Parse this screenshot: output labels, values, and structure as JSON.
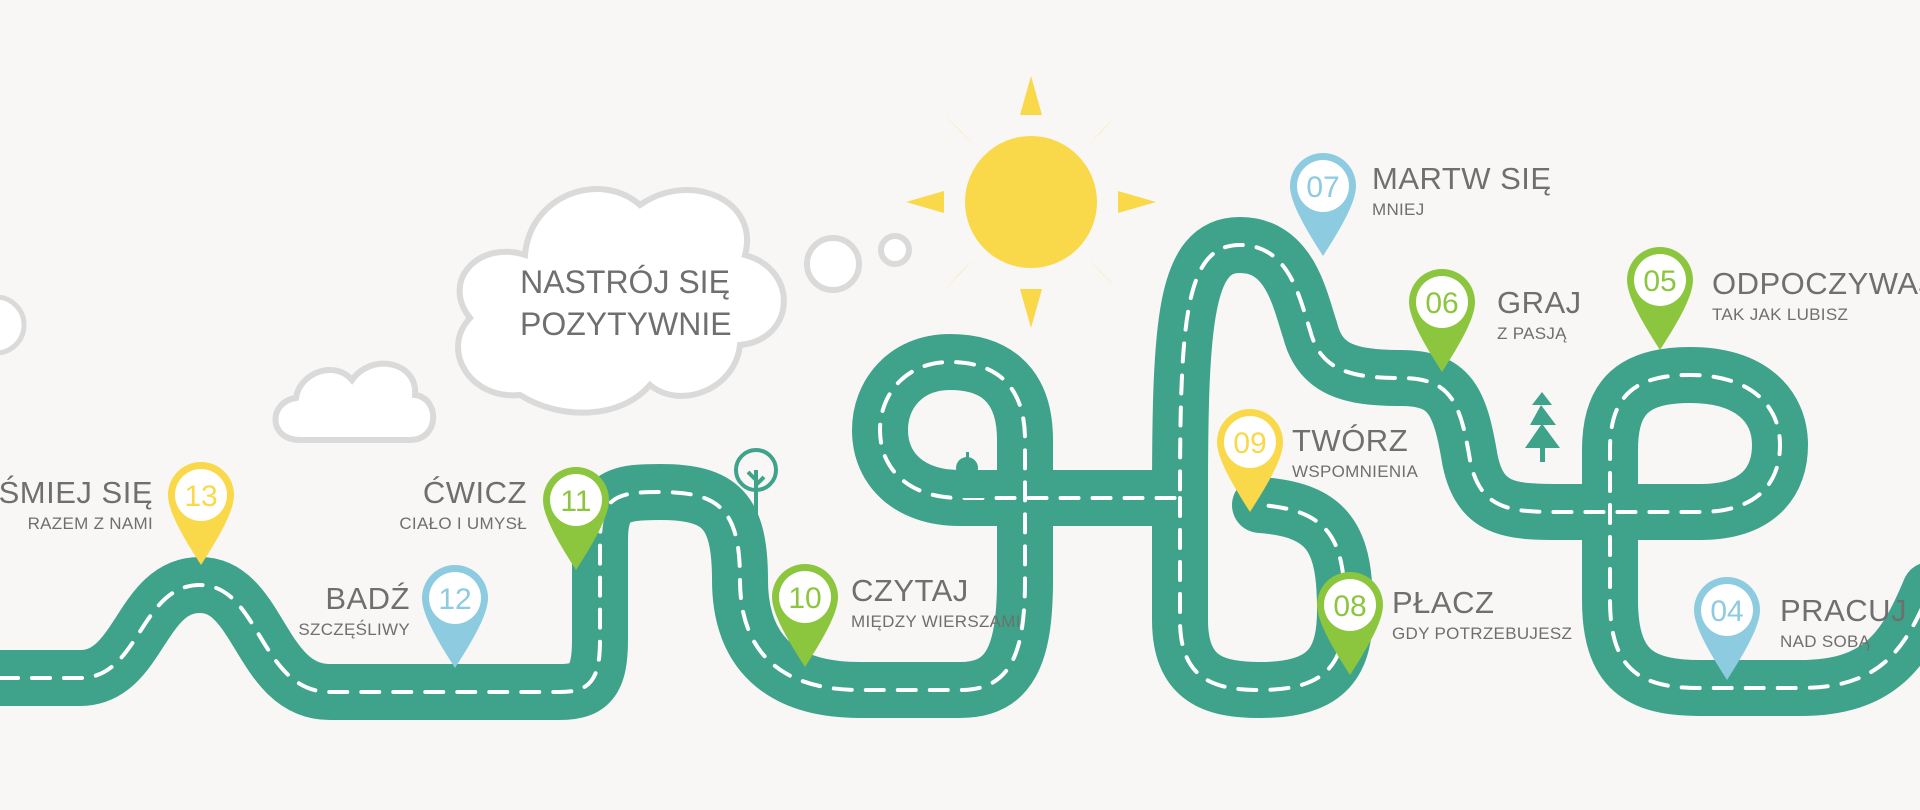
{
  "colors": {
    "road": "#3ea38a",
    "road_line": "#ffffff",
    "green": "#8cc63f",
    "yellow": "#f9d84a",
    "blue": "#8ccbe0",
    "sun": "#f9d84a",
    "cloud_stroke": "#dadada",
    "text": "#6f6f6f",
    "background": "#f8f7f5"
  },
  "cloud": {
    "line1": "NASTRÓJ SIĘ",
    "line2": "POZYTYWNIE"
  },
  "milestones": [
    {
      "number": "04",
      "title": "PRACUJ",
      "subtitle": "NAD SOBĄ",
      "color": "blue"
    },
    {
      "number": "05",
      "title": "ODPOCZYWAJ",
      "subtitle": "TAK JAK LUBISZ",
      "color": "green"
    },
    {
      "number": "06",
      "title": "GRAJ",
      "subtitle": "Z PASJĄ",
      "color": "green"
    },
    {
      "number": "07",
      "title": "MARTW SIĘ",
      "subtitle": "MNIEJ",
      "color": "blue"
    },
    {
      "number": "08",
      "title": "PŁACZ",
      "subtitle": "GDY POTRZEBUJESZ",
      "color": "green"
    },
    {
      "number": "09",
      "title": "TWÓRZ",
      "subtitle": "WSPOMNIENIA",
      "color": "yellow"
    },
    {
      "number": "10",
      "title": "CZYTAJ",
      "subtitle": "MIĘDZY WIERSZAMI",
      "color": "green"
    },
    {
      "number": "11",
      "title": "ĆWICZ",
      "subtitle": "CIAŁO I UMYSŁ",
      "color": "green"
    },
    {
      "number": "12",
      "title": "BADŹ",
      "subtitle": "SZCZĘŚLIWY",
      "color": "blue"
    },
    {
      "number": "13",
      "title": "ŚMIEJ SIĘ",
      "subtitle": "RAZEM Z NAMI",
      "color": "yellow"
    }
  ],
  "icons": [
    "sun-icon",
    "cloud-icon",
    "tree-icon",
    "pine-tree-icon",
    "books-apple-icon"
  ]
}
